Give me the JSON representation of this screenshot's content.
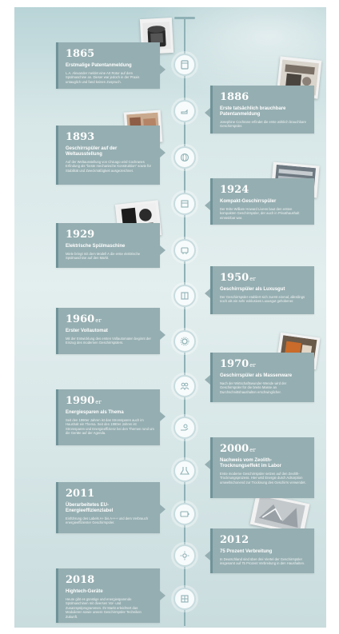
{
  "events": [
    {
      "year": "1865",
      "suffix": "",
      "title": "Erstmalige Patentanmeldung",
      "desc": "L.A. Alexander meldet eine Art Rotor auf dem Spülmaschine an. Dieser war jedoch in der Praxis untauglich und fand keinen Zuspruch.",
      "icon": "dishwasher-icon"
    },
    {
      "year": "1886",
      "suffix": "",
      "title": "Erste tatsächlich brauchbare Patentanmeldung",
      "desc": "Josephine Cochrane erfindet die erste wirklich brauchbare Geschirrspüler.",
      "icon": "hand-icon"
    },
    {
      "year": "1893",
      "suffix": "",
      "title": "Geschirrspüler auf der Weltausstellung",
      "desc": "Auf der Weltausstellung von Chicago wird Cochranes Erfindung als \"beste mechanische Konstruktion\" sowie für Stabilität und Zweckmäßigkeit ausgezeichnet.",
      "icon": "globe-icon"
    },
    {
      "year": "1924",
      "suffix": "",
      "title": "Kompakt-Geschirrspüler",
      "desc": "Der Brite William Howard Livens baut den ersten kompakten Geschirrspüler, der auch in Privathaushalt einsetzbar war.",
      "icon": "calendar-icon"
    },
    {
      "year": "1929",
      "suffix": "",
      "title": "Elektrische Spülmaschine",
      "desc": "Miele bringt mit dem Modell A die erste elektrische Spülmaschine auf den Markt.",
      "icon": "plug-icon"
    },
    {
      "year": "1950",
      "suffix": "er",
      "title": "Geschirrspüler als Luxusgut",
      "desc": "Der Geschirrspüler etabliert sich zuerst einmal, allerdings noch als ein sehr exklusives Luxusgut gehobener.",
      "icon": "box-icon"
    },
    {
      "year": "1960",
      "suffix": "er",
      "title": "Erster Vollautomat",
      "desc": "Mit der Entwicklung des ersten Vollautomaten beginnt der Einzug des modernen Geschirrspülers.",
      "icon": "gear-icon"
    },
    {
      "year": "1970",
      "suffix": "er",
      "title": "Geschirrspüler als Massenware",
      "desc": "Nach der Wirtschaftswunder-Wende wird der Geschirrspüler für die breite Masse an Durchschnittshaushalten erschwinglicher.",
      "icon": "people-icon"
    },
    {
      "year": "1990",
      "suffix": "er",
      "title": "Energiesparen als Thema",
      "desc": "Seit den 1990er Jahren ist das Stromsparen auch im Haushalt ein Thema. Seit den 1990er Jahren ist Stromsparen und Energieeffizienz bei den Themen rund um die Geräte auf der Agenda.",
      "icon": "hand-coin-icon"
    },
    {
      "year": "2000",
      "suffix": "er",
      "title": "Nachweis vom Zeolith-Trocknungseffekt im Labor",
      "desc": "Erste moderne Geschirrspüler setzen auf den Zeolith-Trocknungsprozess. Hier wird Energie durch Adsorption umweltschonend zur Trocknung des Geschirrs verwendet.",
      "icon": "lab-icon"
    },
    {
      "year": "2011",
      "suffix": "",
      "title": "Überarbeitetes EU-Energieeffizienzlabel",
      "desc": "Einführung des Labels A+ bis A+++ und dem Verbrauch energieeffizienter Geschirrspüler.",
      "icon": "battery-icon"
    },
    {
      "year": "2012",
      "suffix": "",
      "title": "75 Prozent Verbreitung",
      "desc": "In Deutschland sind über drei Viertel der Geschirrspüler insgesamt auf 75 Prozent Verbreitung in den Haushalten.",
      "icon": "sun-icon"
    },
    {
      "year": "2018",
      "suffix": "",
      "title": "Hightech-Geräte",
      "desc": "Heute gibt es günstige und energiesparende Spülmaschinen mit diversen Vor- und Zusatzspülprogrammen. Ihr Markt erleichtert das Modulieren sowie unsere Geschirrspüler Techniken Zukunft.",
      "icon": "grid-icon"
    }
  ]
}
